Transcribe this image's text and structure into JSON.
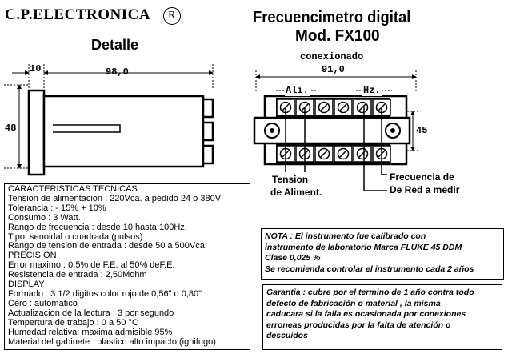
{
  "header": {
    "company": "C.P.ELECTRONICA",
    "registered": "R",
    "detail_title": "Detalle",
    "product_line1": "Frecuencimetro digital",
    "product_line2": "Mod. FX100"
  },
  "side_view": {
    "dim_front": "10",
    "dim_length": "98,0",
    "dim_height": "48"
  },
  "connection_view": {
    "title": "conexionado",
    "dim_width": "91,0",
    "dim_height": "45",
    "terminal_label_ali": "Ali.",
    "terminal_label_hz": "Hz.",
    "label_tension_line1": "Tension",
    "label_tension_line2": "de Aliment.",
    "label_freq_line1": "Frecuencia de",
    "label_freq_line2": "De Red a medir"
  },
  "specs": {
    "lines": [
      "CARACTERISTICAS TECNICAS",
      "Tension de alimentacion : 220Vca.  a pedido 24 o 380V",
      "Tolerancia : - 15% + 10%",
      "Consumo : 3 Watt.",
      "Rango de frecuencia : desde 10 hasta 100Hz.",
      "Tipo: senoidal o cuadrada (pulsos)",
      "Rango de tension de entrada : desde 50 a 500Vca.",
      "PRECISION",
      "Error maximo : 0,5% de F.E. al 50% deF.E.",
      "Resistencia de entrada : 2,50Mohm",
      "DISPLAY",
      "Formado : 3 1/2 digitos color rojo  de 0,56\" o 0,80\"",
      "Cero : automatico",
      "Actualizacion de la lectura : 3 por segundo",
      "Tempertura de trabajo : 0 a 50 °C",
      " Humedad relativa: maxima admisible 95%",
      "Material del gabinete : plastico alto impacto (ignifugo)"
    ]
  },
  "note": {
    "lines": [
      "NOTA : El instrumento fue calibrado con",
      "instrumento de laboratorio Marca FLUKE 45 DDM",
      "Clase 0,025 %",
      "Se recomienda controlar el instrumento cada 2 años"
    ]
  },
  "warranty": {
    "lines": [
      "Garantia : cubre por el termino de 1 año contra todo",
      "defecto de fabricación o material , la misma",
      "caducara  si la falla es ocasionada por conexiones",
      "erroneas producidas por la falta de atención o",
      "descuidos"
    ]
  }
}
